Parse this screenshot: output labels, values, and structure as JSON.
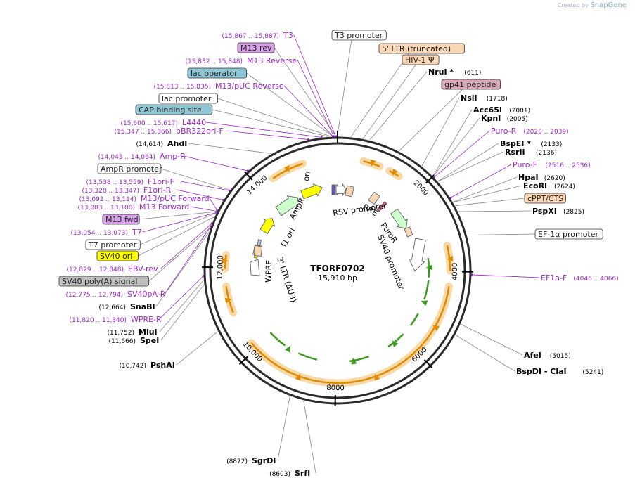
{
  "brand": {
    "created_by": "Created by",
    "app": "SnapGene"
  },
  "plasmid": {
    "name": "TFORF0702",
    "length": "15,910 bp",
    "total_bp": 15910
  },
  "colors": {
    "enzyme": "#000000",
    "primer": "#9b26c8",
    "leader": "#888888",
    "backbone": "#2a2a2a",
    "orange_feature": "#e08a00",
    "orange_halo": "#f8d9a8",
    "green_feature": "#3c9a1e",
    "yellow_feature": "#ffff00"
  },
  "ticks": [
    {
      "label": "2000",
      "bp": 2000
    },
    {
      "label": "4000",
      "bp": 4000
    },
    {
      "label": "6000",
      "bp": 6000
    },
    {
      "label": "8000",
      "bp": 8000
    },
    {
      "label": "10,000",
      "bp": 10000
    },
    {
      "label": "12,000",
      "bp": 12000
    },
    {
      "label": "14,000",
      "bp": 14000
    }
  ],
  "labels": [
    {
      "id": "t3-primer",
      "kind": "primer",
      "range": "(15,867 .. 15,887)",
      "name": "T3",
      "bp": 15877
    },
    {
      "id": "m13-rev",
      "kind": "feature",
      "box": "m13",
      "name": "M13 rev",
      "bp": 15880
    },
    {
      "id": "m13-reverse",
      "kind": "primer",
      "range": "(15,832 .. 15,848)",
      "name": "M13 Reverse",
      "bp": 15840
    },
    {
      "id": "lac-operator",
      "kind": "feature",
      "box": "teal",
      "name": "lac operator",
      "bp": 15820
    },
    {
      "id": "m13-puc-reverse",
      "kind": "primer",
      "range": "(15,813 .. 15,835)",
      "name": "M13/pUC Reverse",
      "bp": 15824
    },
    {
      "id": "lac-promoter",
      "kind": "feature",
      "box": "white",
      "name": "lac promoter",
      "bp": 15790
    },
    {
      "id": "cap-binding-site",
      "kind": "feature",
      "box": "teal",
      "name": "CAP binding site",
      "bp": 15740
    },
    {
      "id": "l4440",
      "kind": "primer",
      "range": "(15,600 .. 15,617)",
      "name": "L4440",
      "bp": 15608
    },
    {
      "id": "pbr322ori-f",
      "kind": "primer",
      "range": "(15,347 .. 15,366)",
      "name": "pBR322ori-F",
      "bp": 15356
    },
    {
      "id": "ahdi",
      "kind": "enzyme",
      "pos": "(14,614)",
      "name": "AhdI",
      "bp": 14614
    },
    {
      "id": "amp-r",
      "kind": "primer",
      "range": "(14,045 .. 14,064)",
      "name": "Amp-R",
      "bp": 14054
    },
    {
      "id": "ampr-promoter",
      "kind": "feature",
      "box": "white",
      "name": "AmpR promoter",
      "bp": 13560
    },
    {
      "id": "f1ori-f",
      "kind": "primer",
      "range": "(13,538 .. 13,559)",
      "name": "F1ori-F",
      "bp": 13548
    },
    {
      "id": "f1ori-r",
      "kind": "primer",
      "range": "(13,328 .. 13,347)",
      "name": "F1ori-R",
      "bp": 13337
    },
    {
      "id": "m13-puc-forward",
      "kind": "primer",
      "range": "(13,092 .. 13,114)",
      "name": "M13/pUC Forward",
      "bp": 13103
    },
    {
      "id": "m13-forward",
      "kind": "primer",
      "range": "(13,083 .. 13,100)",
      "name": "M13 Forward",
      "bp": 13091
    },
    {
      "id": "m13-fwd",
      "kind": "feature",
      "box": "m13",
      "name": "M13 fwd",
      "bp": 13085
    },
    {
      "id": "t7-primer",
      "kind": "primer",
      "range": "(13,054 .. 13,073)",
      "name": "T7",
      "bp": 13063
    },
    {
      "id": "t7-promoter",
      "kind": "feature",
      "box": "white",
      "name": "T7 promoter",
      "bp": 13060
    },
    {
      "id": "sv40-ori",
      "kind": "feature",
      "box": "yellow",
      "name": "SV40 ori",
      "bp": 12980
    },
    {
      "id": "ebv-rev",
      "kind": "primer",
      "range": "(12,829 .. 12,848)",
      "name": "EBV-rev",
      "bp": 12838
    },
    {
      "id": "sv40-polya",
      "kind": "feature",
      "box": "gray",
      "name": "SV40 poly(A) signal",
      "bp": 12760
    },
    {
      "id": "sv40pa-r",
      "kind": "primer",
      "range": "(12,775 .. 12,794)",
      "name": "SV40pA-R",
      "bp": 12784
    },
    {
      "id": "snabi",
      "kind": "enzyme",
      "pos": "(12,664)",
      "name": "SnaBI",
      "bp": 12664
    },
    {
      "id": "wpre-r",
      "kind": "primer",
      "range": "(11,820 .. 11,840)",
      "name": "WPRE-R",
      "bp": 11830
    },
    {
      "id": "mlui",
      "kind": "enzyme",
      "pos": "(11,752)",
      "name": "MluI",
      "bp": 11752
    },
    {
      "id": "spei",
      "kind": "enzyme",
      "pos": "(11,666)",
      "name": "SpeI",
      "bp": 11666
    },
    {
      "id": "pshai",
      "kind": "enzyme",
      "pos": "(10,742)",
      "name": "PshAI",
      "bp": 10742
    },
    {
      "id": "sgrdi",
      "kind": "enzyme",
      "pos": "(8872)",
      "name": "SgrDI",
      "bp": 8872
    },
    {
      "id": "srfi",
      "kind": "enzyme",
      "pos": "(8603)",
      "name": "SrfI",
      "bp": 8603
    },
    {
      "id": "t3-promoter",
      "kind": "feature",
      "box": "white",
      "name": "T3 promoter",
      "bp": 15905
    },
    {
      "id": "5-ltr",
      "kind": "feature",
      "box": "peach",
      "name": "5' LTR (truncated)",
      "bp": 250
    },
    {
      "id": "hiv1-psi",
      "kind": "feature",
      "box": "peach",
      "name": "HIV-1 Ψ",
      "bp": 480
    },
    {
      "id": "nrui",
      "kind": "enzyme",
      "name": "NruI *",
      "pos": "(611)",
      "bp": 611
    },
    {
      "id": "gp41-peptide",
      "kind": "feature",
      "box": "pink",
      "name": "gp41 peptide",
      "bp": 1200
    },
    {
      "id": "nsii",
      "kind": "enzyme",
      "name": "NsiI",
      "pos": "(1718)",
      "bp": 1718
    },
    {
      "id": "acc65i",
      "kind": "enzyme",
      "name": "Acc65I",
      "pos": "(2001)",
      "bp": 2001
    },
    {
      "id": "kpni",
      "kind": "enzyme",
      "name": "KpnI",
      "pos": "(2005)",
      "bp": 2005
    },
    {
      "id": "puro-r",
      "kind": "primer",
      "name": "Puro-R",
      "range": "(2020 .. 2039)",
      "bp": 2030
    },
    {
      "id": "bspei",
      "kind": "enzyme",
      "name": "BspEI *",
      "pos": "(2133)",
      "bp": 2133
    },
    {
      "id": "rsrii",
      "kind": "enzyme",
      "name": "RsrII",
      "pos": "(2136)",
      "bp": 2136
    },
    {
      "id": "puro-f",
      "kind": "primer",
      "name": "Puro-F",
      "range": "(2516 .. 2536)",
      "bp": 2526
    },
    {
      "id": "hpai",
      "kind": "enzyme",
      "name": "HpaI",
      "pos": "(2620)",
      "bp": 2620
    },
    {
      "id": "ecori",
      "kind": "enzyme",
      "name": "EcoRI",
      "pos": "(2624)",
      "bp": 2624
    },
    {
      "id": "cppt-cts",
      "kind": "feature",
      "box": "peach",
      "name": "cPPT/CTS",
      "bp": 2700
    },
    {
      "id": "pspxi",
      "kind": "enzyme",
      "name": "PspXI",
      "pos": "(2825)",
      "bp": 2825
    },
    {
      "id": "ef1a-promoter",
      "kind": "feature",
      "box": "white",
      "name": "EF-1α promoter",
      "bp": 3300
    },
    {
      "id": "ef1a-f",
      "kind": "primer",
      "name": "EF1a-F",
      "range": "(4046 .. 4066)",
      "bp": 4056
    },
    {
      "id": "afei",
      "kind": "enzyme",
      "name": "AfeI",
      "pos": "(5015)",
      "bp": 5015
    },
    {
      "id": "bspdi-clai",
      "kind": "enzyme",
      "name": "BspDI - ClaI",
      "pos": "(5241)",
      "bp": 5241
    }
  ],
  "inner_labels": [
    {
      "id": "inner-ori",
      "text": "ori"
    },
    {
      "id": "inner-ampr",
      "text": "AmpR"
    },
    {
      "id": "inner-f1-ori",
      "text": "f1 ori"
    },
    {
      "id": "inner-rsv-promoter",
      "text": "RSV promoter"
    },
    {
      "id": "inner-rre",
      "text": "RRE"
    },
    {
      "id": "inner-puror",
      "text": "PuroR"
    },
    {
      "id": "inner-sv40-promoter",
      "text": "SV40 promoter"
    },
    {
      "id": "inner-wpre",
      "text": "WPRE"
    },
    {
      "id": "inner-3-ltr",
      "text": "3' LTR (ΔU3)"
    }
  ]
}
